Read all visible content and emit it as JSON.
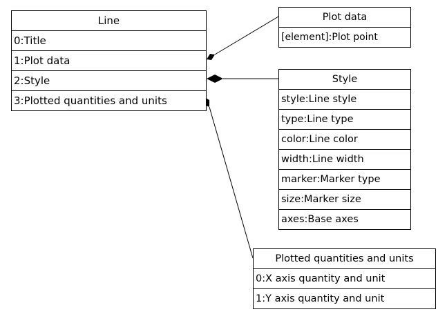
{
  "diagram": {
    "classes": [
      {
        "id": "line",
        "title": "Line",
        "fields": [
          "0:Title",
          "1:Plot data",
          "2:Style",
          "3:Plotted quantities and units"
        ]
      },
      {
        "id": "plot_data",
        "title": "Plot data",
        "fields": [
          "[element]:Plot point"
        ]
      },
      {
        "id": "style",
        "title": "Style",
        "fields": [
          "style:Line style",
          "type:Line type",
          "color:Line color",
          "width:Line width",
          "marker:Marker type",
          "size:Marker size",
          "axes:Base axes"
        ]
      },
      {
        "id": "plotted",
        "title": "Plotted quantities and units",
        "fields": [
          "0:X axis quantity and unit",
          "1:Y axis quantity and unit"
        ]
      }
    ],
    "relations": [
      {
        "from": "line",
        "from_field": "1:Plot data",
        "to": "plot_data",
        "type": "composition"
      },
      {
        "from": "line",
        "from_field": "2:Style",
        "to": "style",
        "type": "composition"
      },
      {
        "from": "line",
        "from_field": "3:Plotted quantities and units",
        "to": "plotted",
        "type": "composition"
      }
    ]
  }
}
